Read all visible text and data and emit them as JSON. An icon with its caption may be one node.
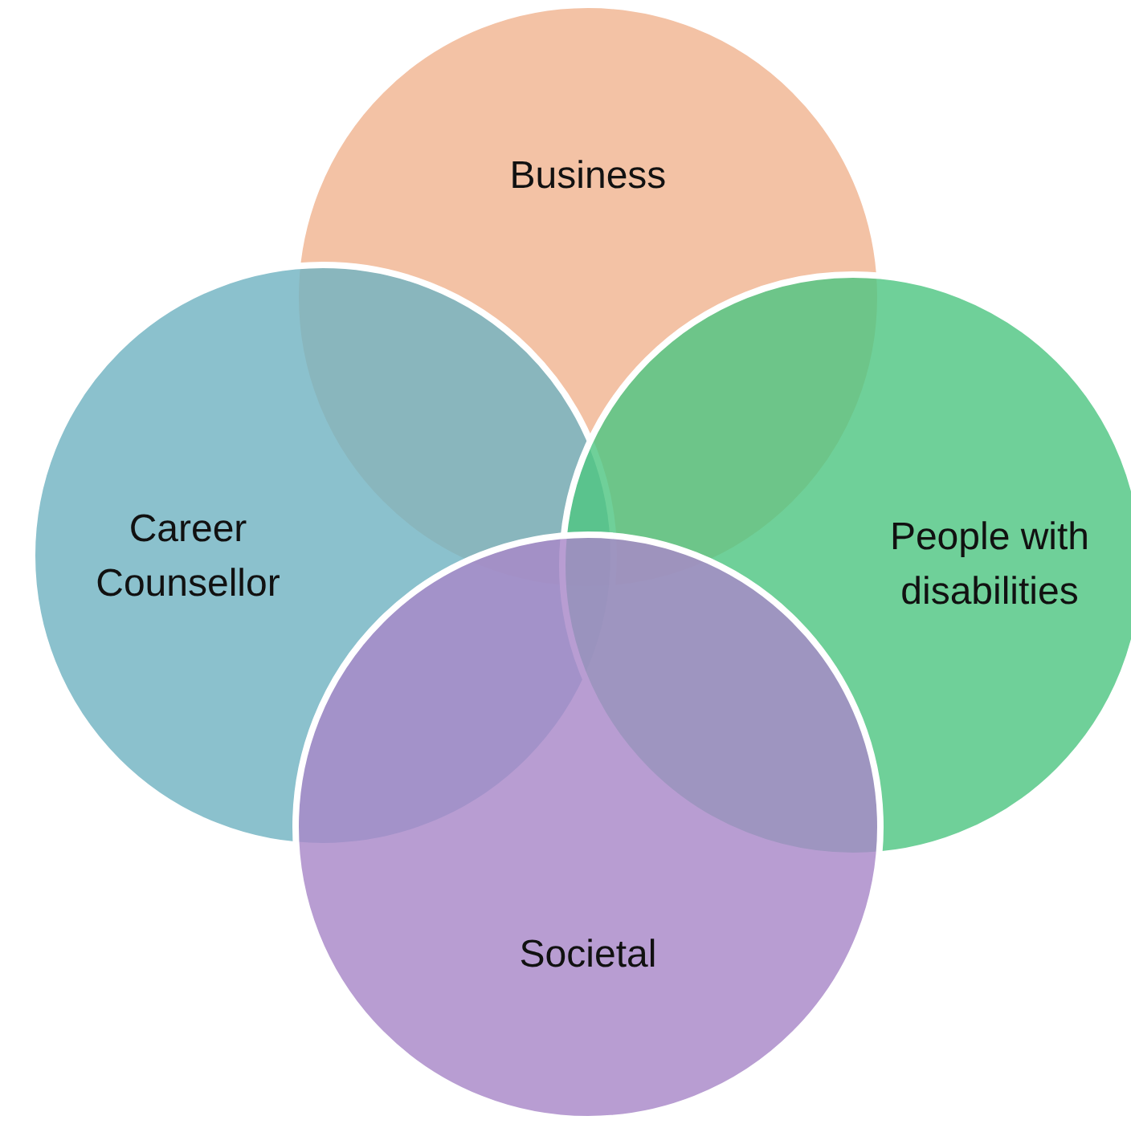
{
  "diagram": {
    "nodes": [
      {
        "text": [
          "Business"
        ]
      },
      {
        "text": [
          "Career Counsellor"
        ]
      },
      {
        "text": [
          "People with disabilities"
        ]
      },
      {
        "text": [
          "Societal"
        ]
      }
    ]
  }
}
